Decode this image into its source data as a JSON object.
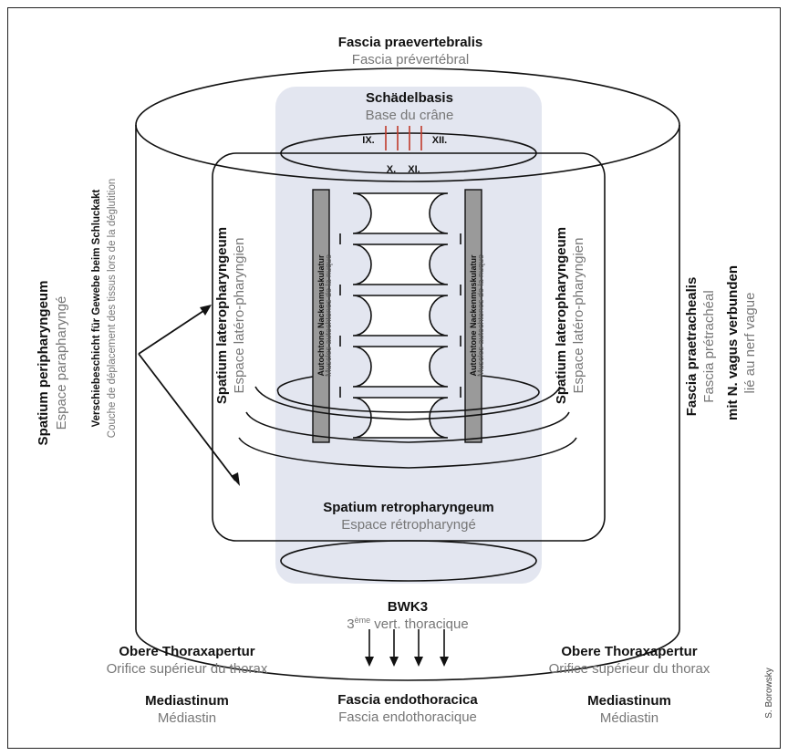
{
  "labels": {
    "fascia_praevertebralis": {
      "de": "Fascia praevertebralis",
      "fr": "Fascia prévertébral"
    },
    "schaedelbasis": {
      "de": "Schädelbasis",
      "fr": "Base du crâne"
    },
    "nerves": {
      "ix": "IX.",
      "xii": "XII.",
      "x": "X.",
      "xi": "XI."
    },
    "spatium_peripharyngeum": {
      "de": "Spatium peripharyngeum",
      "fr": "Espace parapharyngé"
    },
    "verschiebeschicht": {
      "de": "Verschiebeschicht für Gewebe beim Schluckakt",
      "fr": "Couche de déplacement des tissus lors de la déglutition"
    },
    "spatium_lateropharyngeum": {
      "de": "Spatium lateropharyngeum",
      "fr": "Espace latéro-pharyngien"
    },
    "nackenmuskulatur": {
      "de": "Autochtone Nackenmuskulatur",
      "fr": "Muscles autochtones de la nuque"
    },
    "fascia_praetrachealis": {
      "de": "Fascia praetrachealis",
      "fr": "Fascia prétrachéal"
    },
    "vagus": {
      "de": "mit N. vagus verbunden",
      "fr": "lié au nerf vague"
    },
    "spatium_retropharyngeum": {
      "de": "Spatium retropharyngeum",
      "fr": "Espace rétropharyngé"
    },
    "bwk3": {
      "de": "BWK3",
      "fr_sup": "ème",
      "fr_pre": "3",
      "fr_post": " vert. thoracique"
    },
    "thoraxapertur": {
      "de": "Obere Thoraxapertur",
      "fr": "Orifice supérieur du thorax"
    },
    "mediastinum": {
      "de": "Mediastinum",
      "fr": "Médiastin"
    },
    "fascia_endothoracica": {
      "de": "Fascia endothoracica",
      "fr": "Fascia endothoracique"
    },
    "credit": "S. Borowsky"
  },
  "colors": {
    "center_panel": "#e3e6f0",
    "nerve_lines": "#c0392b",
    "muscle_fill": "#9a9a9a"
  }
}
